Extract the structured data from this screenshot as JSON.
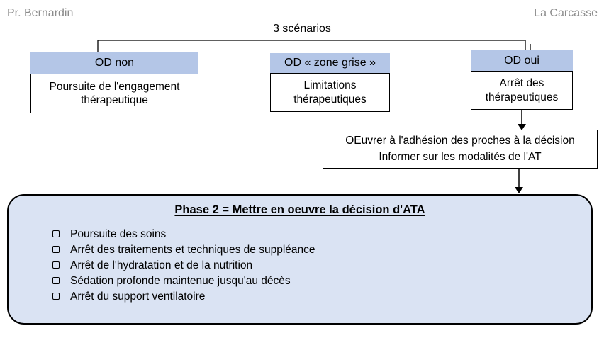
{
  "slide": {
    "credit_left": "Pr. Bernardin",
    "credit_right": "La Carcasse",
    "scenarios_title": "3 scénarios"
  },
  "scenarios": [
    {
      "header": "OD non",
      "body": "Poursuite de l'engagement thérapeutique"
    },
    {
      "header": "OD « zone grise »",
      "body": "Limitations thérapeutiques"
    },
    {
      "header": "OD oui",
      "body": "Arrêt des thérapeutiques"
    }
  ],
  "adhesion_box": {
    "line1": "OEuvrer à l'adhésion des proches à la décision",
    "line2": "Informer sur les modalités de l'AT"
  },
  "phase2": {
    "title": "Phase 2 = Mettre en oeuvre la décision d'ATA",
    "items": [
      "Poursuite des soins",
      "Arrêt des traitements et techniques de suppléance",
      "Arrêt de l'hydratation et de la nutrition",
      "Sédation profonde maintenue jusqu'au décès",
      "Arrêt du support ventilatoire"
    ]
  },
  "colors": {
    "header_fill": "#b4c6e7",
    "phase2_fill": "#dae3f3",
    "credit_text": "#8c8c8c",
    "line_color": "#000000"
  }
}
